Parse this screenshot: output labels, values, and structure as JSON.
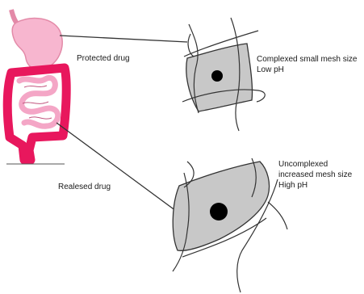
{
  "labels": {
    "protected_drug": "Protected drug",
    "released_drug": "Realesed drug",
    "small_mesh": "Complexed small mesh size Low pH",
    "large_mesh": "Uncomplexed increased mesh size High pH"
  },
  "colors": {
    "stomach": "#f7b6cf",
    "stomach_outline": "#e38aa8",
    "intestine": "#e8175d",
    "small_intestine": "#f4a6c6",
    "gel": "#c8c8c8",
    "line": "#333333",
    "drug": "#000000"
  }
}
